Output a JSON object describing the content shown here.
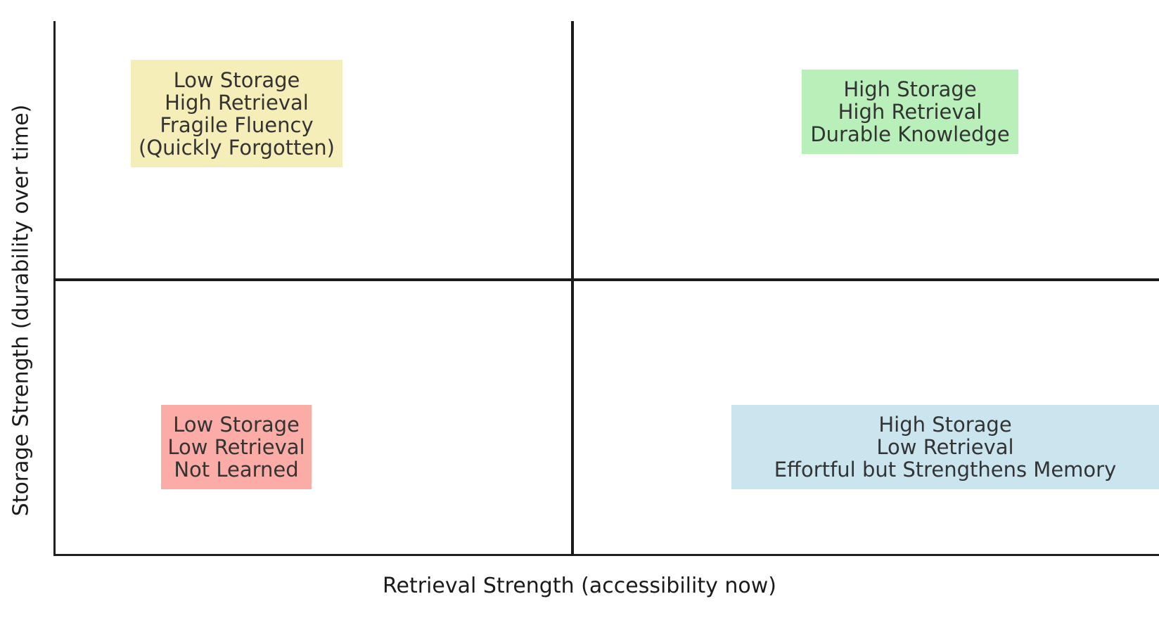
{
  "chart_data": {
    "type": "scatter",
    "title": "",
    "xlabel": "Retrieval Strength (accessibility now)",
    "ylabel": "Storage Strength (durability over time)",
    "grid": false,
    "legend": null,
    "xlim": [
      0,
      1
    ],
    "ylim": [
      0,
      1
    ],
    "axis_divider_x": 0.5,
    "axis_divider_y": 0.5,
    "quadrants": [
      {
        "id": "top-left",
        "position": "upper-left",
        "storage": "Low",
        "retrieval": "High",
        "color": "#f5eeb8",
        "lines": [
          "Low Storage",
          "High Retrieval",
          "Fragile Fluency",
          "(Quickly Forgotten)"
        ]
      },
      {
        "id": "top-right",
        "position": "upper-right",
        "storage": "High",
        "retrieval": "High",
        "color": "#b9f0b9",
        "lines": [
          "High Storage",
          "High Retrieval",
          "Durable Knowledge"
        ]
      },
      {
        "id": "bottom-left",
        "position": "lower-left",
        "storage": "Low",
        "retrieval": "Low",
        "color": "#fcaca6",
        "lines": [
          "Low Storage",
          "Low Retrieval",
          "Not Learned"
        ]
      },
      {
        "id": "bottom-right",
        "position": "lower-right",
        "storage": "High",
        "retrieval": "Low",
        "color": "#cbe5ef",
        "lines": [
          "High Storage",
          "Low Retrieval",
          "Effortful but Strengthens Memory"
        ]
      }
    ]
  },
  "axes": {
    "x_title": "Retrieval Strength (accessibility now)",
    "y_title": "Storage Strength (durability over time)",
    "axis_color": "#202020",
    "divider_color": "#1a1a1a"
  },
  "boxes": {
    "top_left": {
      "line1": "Low Storage",
      "line2": "High Retrieval",
      "line3": "Fragile Fluency",
      "line4": "(Quickly Forgotten)",
      "color": "#f5eeb8"
    },
    "top_right": {
      "line1": "High Storage",
      "line2": "High Retrieval",
      "line3": "Durable Knowledge",
      "color": "#b9f0b9"
    },
    "bottom_left": {
      "line1": "Low Storage",
      "line2": "Low Retrieval",
      "line3": "Not Learned",
      "color": "#fcaca6"
    },
    "bottom_right": {
      "line1": "High Storage",
      "line2": "Low Retrieval",
      "line3": "Effortful but Strengthens Memory",
      "color": "#cbe5ef"
    }
  }
}
